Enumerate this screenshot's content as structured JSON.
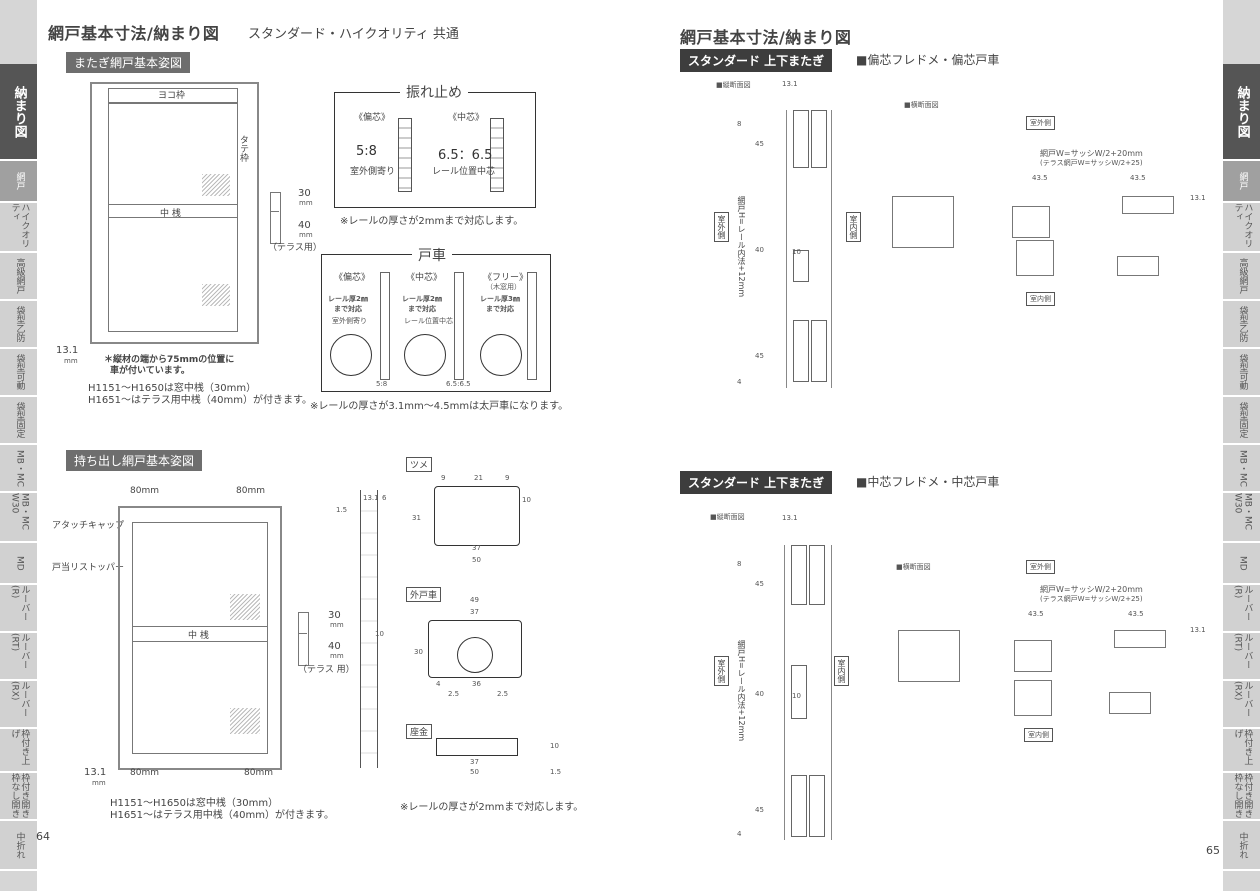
{
  "left": {
    "title": "網戸基本寸法/納まり図",
    "subtitle": "スタンダード・ハイクオリティ 共通",
    "page": "64",
    "matagi": {
      "header": "またぎ網戸基本姿図",
      "yoko": "ヨコ枠",
      "tate": "タテ枠",
      "naka": "中 桟",
      "dim_13": "13.1",
      "unit_mm": "mm",
      "d30": "30",
      "d40": "40",
      "terrace": "（テラス用）",
      "caster_note_1": "＊縦材の端から75mmの位置に",
      "caster_note_2": "車が付いています。",
      "note1": "H1151〜H1650は窓中桟（30mm）",
      "note2": "H1651〜はテラス用中桟（40mm）が付きます。"
    },
    "fure": {
      "title": "振れ止め",
      "henshin": "《偏芯》",
      "chushin": "《中芯》",
      "ratio1": "5:8",
      "ratio2": "6.5：6.5",
      "cap1": "室外側寄り",
      "cap2": "レール位置中芯",
      "note": "※レールの厚さが2mmまで対応します。"
    },
    "tosha": {
      "title": "戸車",
      "c1": "《偏芯》",
      "c2": "《中芯》",
      "c3": "《フリー》",
      "c3sub": "（木窓用）",
      "d1a": "レール厚2㎜",
      "d1b": "まで対応",
      "d1c": "室外側寄り",
      "d2a": "レール厚2㎜",
      "d2b": "まで対応",
      "d2c": "レール位置中芯",
      "d3a": "レール厚3㎜",
      "d3b": "まで対応",
      "r1": "5:8",
      "r2": "6.5:6.5",
      "note": "※レールの厚さが3.1mm〜4.5mmは太戸車になります。"
    },
    "mochidashi": {
      "header": "持ち出し網戸基本姿図",
      "d80": "80mm",
      "attach": "アタッチキャップ",
      "stopper": "戸当リストッパー",
      "naka": "中 桟",
      "d30": "30",
      "d40": "40",
      "mm": "mm",
      "terrace": "（テラス 用）",
      "dim_13": "13.1",
      "unit_mm": "mm",
      "note1": "H1151〜H1650は窓中桟（30mm）",
      "note2": "H1651〜はテラス用中桟（40mm）が付きます。",
      "tsume": "ツメ",
      "sotohasha": "外戸車",
      "zagane": "座金",
      "parts_note": "※レールの厚さが2mmまで対応します。",
      "t9": "9",
      "t21": "21",
      "t37": "37",
      "t50": "50",
      "t31": "31",
      "t10": "10",
      "g49": "49",
      "g36": "36",
      "g30": "30",
      "g4": "4",
      "g25": "2.5",
      "z37": "37",
      "z50": "50",
      "z10": "10",
      "z15": "1.5",
      "s131": "13.1",
      "s6": "6",
      "s15": "1.5"
    }
  },
  "right": {
    "title": "網戸基本寸法/納まり図",
    "page": "65",
    "sec1": {
      "header": "スタンダード 上下またぎ",
      "sub": "■偏芯フレドメ・偏芯戸車",
      "jusan": "■縦断面図",
      "osan": "■横断面図",
      "outside": "室外側",
      "inside": "室内側",
      "w_formula": "網戸W=サッシW/2+20mm",
      "w_formula2": "(テラス網戸W=サッシW/2+25)",
      "h_formula": "網戸H=レール内法+12mm",
      "d131": "13.1",
      "d435a": "43.5",
      "d435b": "43.5",
      "d8": "8",
      "d45": "45",
      "d40": "40",
      "d10": "10",
      "d4": "4"
    },
    "sec2": {
      "header": "スタンダード 上下またぎ",
      "sub": "■中芯フレドメ・中芯戸車",
      "jusan": "■縦断面図",
      "osan": "■横断面図",
      "outside": "室外側",
      "inside": "室内側",
      "w_formula": "網戸W=サッシW/2+20mm",
      "w_formula2": "(テラス網戸W=サッシW/2+25)",
      "h_formula": "網戸H=レール内法+12mm",
      "d131": "13.1",
      "d435a": "43.5",
      "d435b": "43.5",
      "d8": "8",
      "d45": "45",
      "d40": "40",
      "d10": "10",
      "d4": "4"
    }
  },
  "tabs_left": [
    {
      "label": "納まり図",
      "state": "active"
    },
    {
      "label": "網戸",
      "state": "current"
    },
    {
      "label": "ハイクオリティ",
      "state": ""
    },
    {
      "label": "高級網戸",
      "state": ""
    },
    {
      "label": "袋型乙防",
      "state": ""
    },
    {
      "label": "袋型可動",
      "state": ""
    },
    {
      "label": "袋型固定",
      "state": ""
    },
    {
      "label": "MB・MC",
      "state": ""
    },
    {
      "label": "MB・MC W30",
      "state": ""
    },
    {
      "label": "MD",
      "state": ""
    },
    {
      "label": "ルーバー(R)",
      "state": ""
    },
    {
      "label": "ルーバー(RT)",
      "state": ""
    },
    {
      "label": "ルーバー(RX)",
      "state": ""
    },
    {
      "label": "枠付き上げ",
      "state": ""
    },
    {
      "label": "枠付き開き 枠なし開き",
      "state": ""
    },
    {
      "label": "中折れ",
      "state": ""
    }
  ],
  "tabs_right": [
    {
      "label": "納まり図",
      "state": "active"
    },
    {
      "label": "網戸",
      "state": "current"
    },
    {
      "label": "ハイクオリティ",
      "state": ""
    },
    {
      "label": "高級網戸",
      "state": ""
    },
    {
      "label": "袋型乙防",
      "state": ""
    },
    {
      "label": "袋型可動",
      "state": ""
    },
    {
      "label": "袋型固定",
      "state": ""
    },
    {
      "label": "MB・MC",
      "state": ""
    },
    {
      "label": "MB・MC W30",
      "state": ""
    },
    {
      "label": "MD",
      "state": ""
    },
    {
      "label": "ルーバー(R)",
      "state": ""
    },
    {
      "label": "ルーバー(RT)",
      "state": ""
    },
    {
      "label": "ルーバー(RX)",
      "state": ""
    },
    {
      "label": "枠付き上げ",
      "state": ""
    },
    {
      "label": "枠付き開き 枠なし開き",
      "state": ""
    },
    {
      "label": "中折れ",
      "state": ""
    }
  ]
}
